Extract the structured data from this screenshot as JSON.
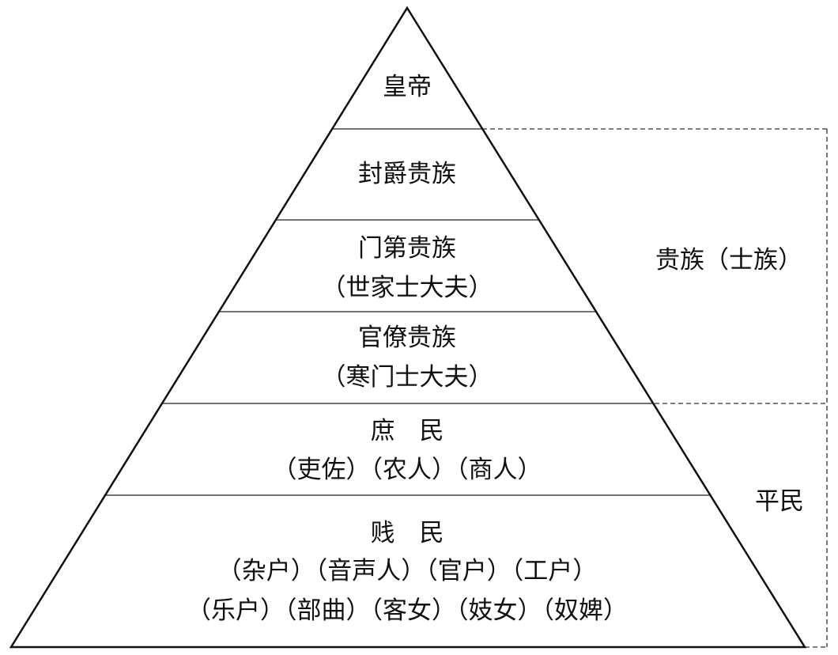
{
  "tiers": [
    {
      "title": "皇帝"
    },
    {
      "title": "封爵贵族"
    },
    {
      "title": "门第贵族",
      "subtitle": "（世家士大夫）"
    },
    {
      "title": "官僚贵族",
      "subtitle": "（寒门士大夫）"
    },
    {
      "title": "庶　民",
      "subtitle": "（吏佐）（农人）（商人）"
    },
    {
      "title": "贱　民",
      "subtitle_1": "（杂户）（音声人）（官户）（工户）",
      "subtitle_2": "（乐户）（部曲）（客女）（妓女）（奴婢）"
    }
  ],
  "groups": {
    "nobility": "贵族（士族）",
    "commoners": "平民"
  }
}
